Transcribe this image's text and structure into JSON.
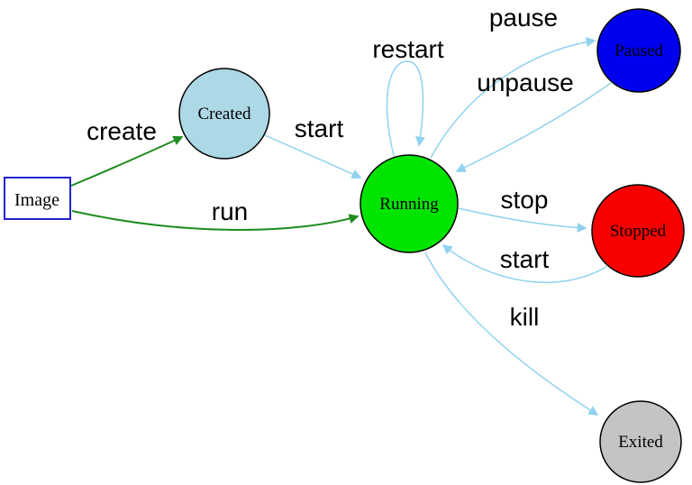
{
  "diagram": {
    "type": "state-diagram",
    "subject": "container lifecycle"
  },
  "nodes": {
    "image": {
      "label": "Image",
      "shape": "rectangle",
      "fill": "#ffffff",
      "border": "#2222cc"
    },
    "created": {
      "label": "Created",
      "shape": "circle",
      "fill": "#add8e6"
    },
    "running": {
      "label": "Running",
      "shape": "circle",
      "fill": "#00e400"
    },
    "paused": {
      "label": "Paused",
      "shape": "circle",
      "fill": "#0000ee"
    },
    "stopped": {
      "label": "Stopped",
      "shape": "circle",
      "fill": "#f80000"
    },
    "exited": {
      "label": "Exited",
      "shape": "circle",
      "fill": "#c4c4c4"
    }
  },
  "edges": {
    "create": {
      "label": "create",
      "from": "image",
      "to": "created"
    },
    "run": {
      "label": "run",
      "from": "image",
      "to": "running"
    },
    "start": {
      "label": "start",
      "from": "created",
      "to": "running"
    },
    "restart": {
      "label": "restart",
      "from": "running",
      "to": "running"
    },
    "pause": {
      "label": "pause",
      "from": "running",
      "to": "paused"
    },
    "unpause": {
      "label": "unpause",
      "from": "paused",
      "to": "running"
    },
    "stop": {
      "label": "stop",
      "from": "running",
      "to": "stopped"
    },
    "start_again": {
      "label": "start",
      "from": "stopped",
      "to": "running"
    },
    "kill": {
      "label": "kill",
      "from": "running",
      "to": "exited"
    }
  },
  "colors": {
    "edge_green": "#1e8c1e",
    "edge_blue": "#90d2ef",
    "node_border": "#000000",
    "label_text": "#000000",
    "background": "#ffffff"
  }
}
